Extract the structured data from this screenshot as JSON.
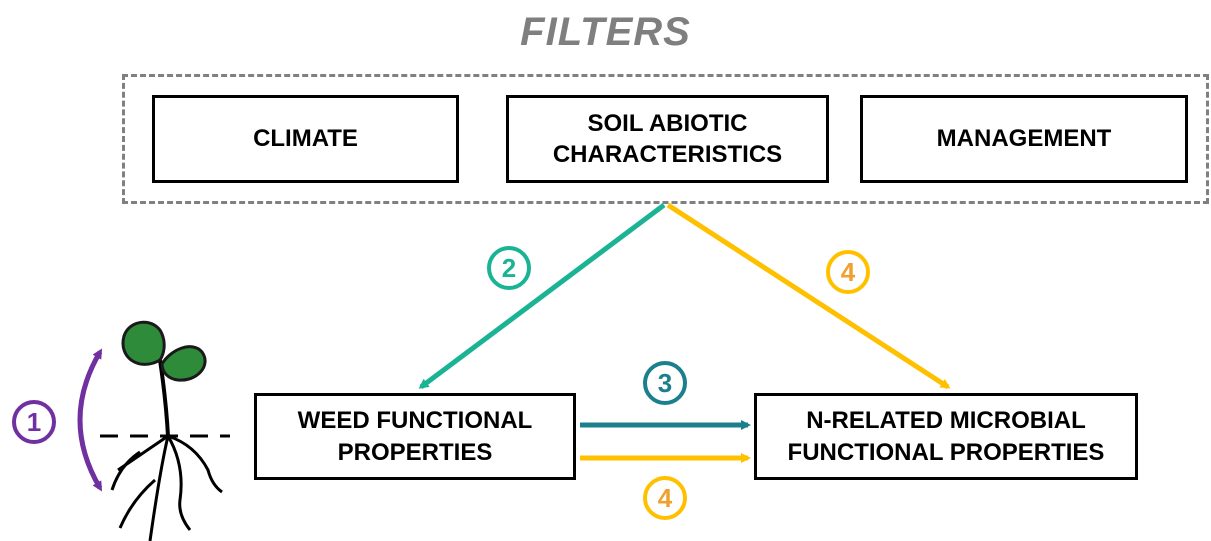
{
  "title": "FILTERS",
  "filters": {
    "climate": "CLIMATE",
    "soil": "SOIL ABIOTIC\nCHARACTERISTICS",
    "management": "MANAGEMENT"
  },
  "weed_box": "WEED FUNCTIONAL\nPROPERTIES",
  "microbial_box": "N-RELATED MICROBIAL\nFUNCTIONAL PROPERTIES",
  "badges": {
    "b1": "1",
    "b2": "2",
    "b3": "3",
    "b4a": "4",
    "b4b": "4"
  },
  "colors": {
    "purple": "#7030a0",
    "green": "#1ab394",
    "teal": "#1b7f8e",
    "yellow": "#ffc000",
    "orange_text": "#f0a030",
    "gray": "#808080",
    "leaf": "#2e8b3a"
  },
  "icons": {
    "seedling": "seedling-icon"
  }
}
